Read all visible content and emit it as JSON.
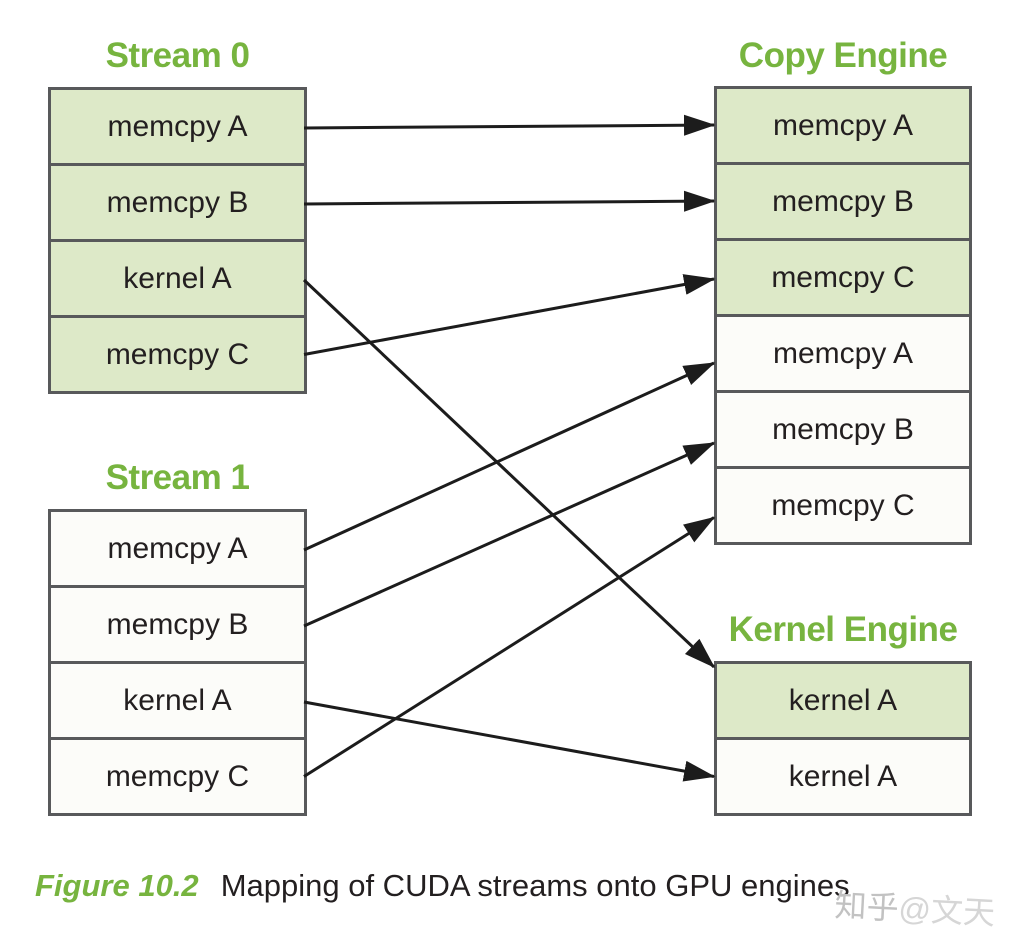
{
  "figure": {
    "caption_label": "Figure 10.2",
    "caption_text": "Mapping of CUDA streams onto GPU engines"
  },
  "watermark": {
    "brand": "知乎",
    "handle": "@文天"
  },
  "colors": {
    "green_title": "#77b43f",
    "box_green_fill": "#dde9c8",
    "box_white_fill": "#fcfcf9",
    "box_border_gray": "#58595b",
    "arrow_black": "#1c1c1c",
    "text_ink": "#231f20",
    "watermark_gray": "#c2c2c2"
  },
  "diagram": {
    "groups": [
      {
        "id": "stream0",
        "title": "Stream 0",
        "items": [
          {
            "id": "s0-0",
            "label": "memcpy A",
            "highlight": true
          },
          {
            "id": "s0-1",
            "label": "memcpy B",
            "highlight": true
          },
          {
            "id": "s0-2",
            "label": "kernel A",
            "highlight": true
          },
          {
            "id": "s0-3",
            "label": "memcpy C",
            "highlight": true
          }
        ]
      },
      {
        "id": "stream1",
        "title": "Stream 1",
        "items": [
          {
            "id": "s1-0",
            "label": "memcpy A",
            "highlight": false
          },
          {
            "id": "s1-1",
            "label": "memcpy B",
            "highlight": false
          },
          {
            "id": "s1-2",
            "label": "kernel A",
            "highlight": false
          },
          {
            "id": "s1-3",
            "label": "memcpy C",
            "highlight": false
          }
        ]
      },
      {
        "id": "copy-engine",
        "title": "Copy Engine",
        "items": [
          {
            "id": "ce-0",
            "label": "memcpy A",
            "highlight": true
          },
          {
            "id": "ce-1",
            "label": "memcpy B",
            "highlight": true
          },
          {
            "id": "ce-2",
            "label": "memcpy C",
            "highlight": true
          },
          {
            "id": "ce-3",
            "label": "memcpy A",
            "highlight": false
          },
          {
            "id": "ce-4",
            "label": "memcpy B",
            "highlight": false
          },
          {
            "id": "ce-5",
            "label": "memcpy C",
            "highlight": false
          }
        ]
      },
      {
        "id": "kernel-engine",
        "title": "Kernel Engine",
        "items": [
          {
            "id": "ke-0",
            "label": "kernel A",
            "highlight": true
          },
          {
            "id": "ke-1",
            "label": "kernel A",
            "highlight": false
          }
        ]
      }
    ],
    "connections": [
      {
        "from": "s0-0",
        "to": "ce-0",
        "to_dy": -2
      },
      {
        "from": "s0-1",
        "to": "ce-1",
        "to_dy": -2
      },
      {
        "from": "s0-2",
        "to": "ke-0",
        "to_dy": -35
      },
      {
        "from": "s0-3",
        "to": "ce-2",
        "to_dy": 0
      },
      {
        "from": "s1-0",
        "to": "ce-3",
        "to_dy": 8
      },
      {
        "from": "s1-1",
        "to": "ce-4",
        "to_dy": 12
      },
      {
        "from": "s1-2",
        "to": "ke-1",
        "to_dy": 0
      },
      {
        "from": "s1-3",
        "to": "ce-5",
        "to_dy": 12
      }
    ]
  }
}
